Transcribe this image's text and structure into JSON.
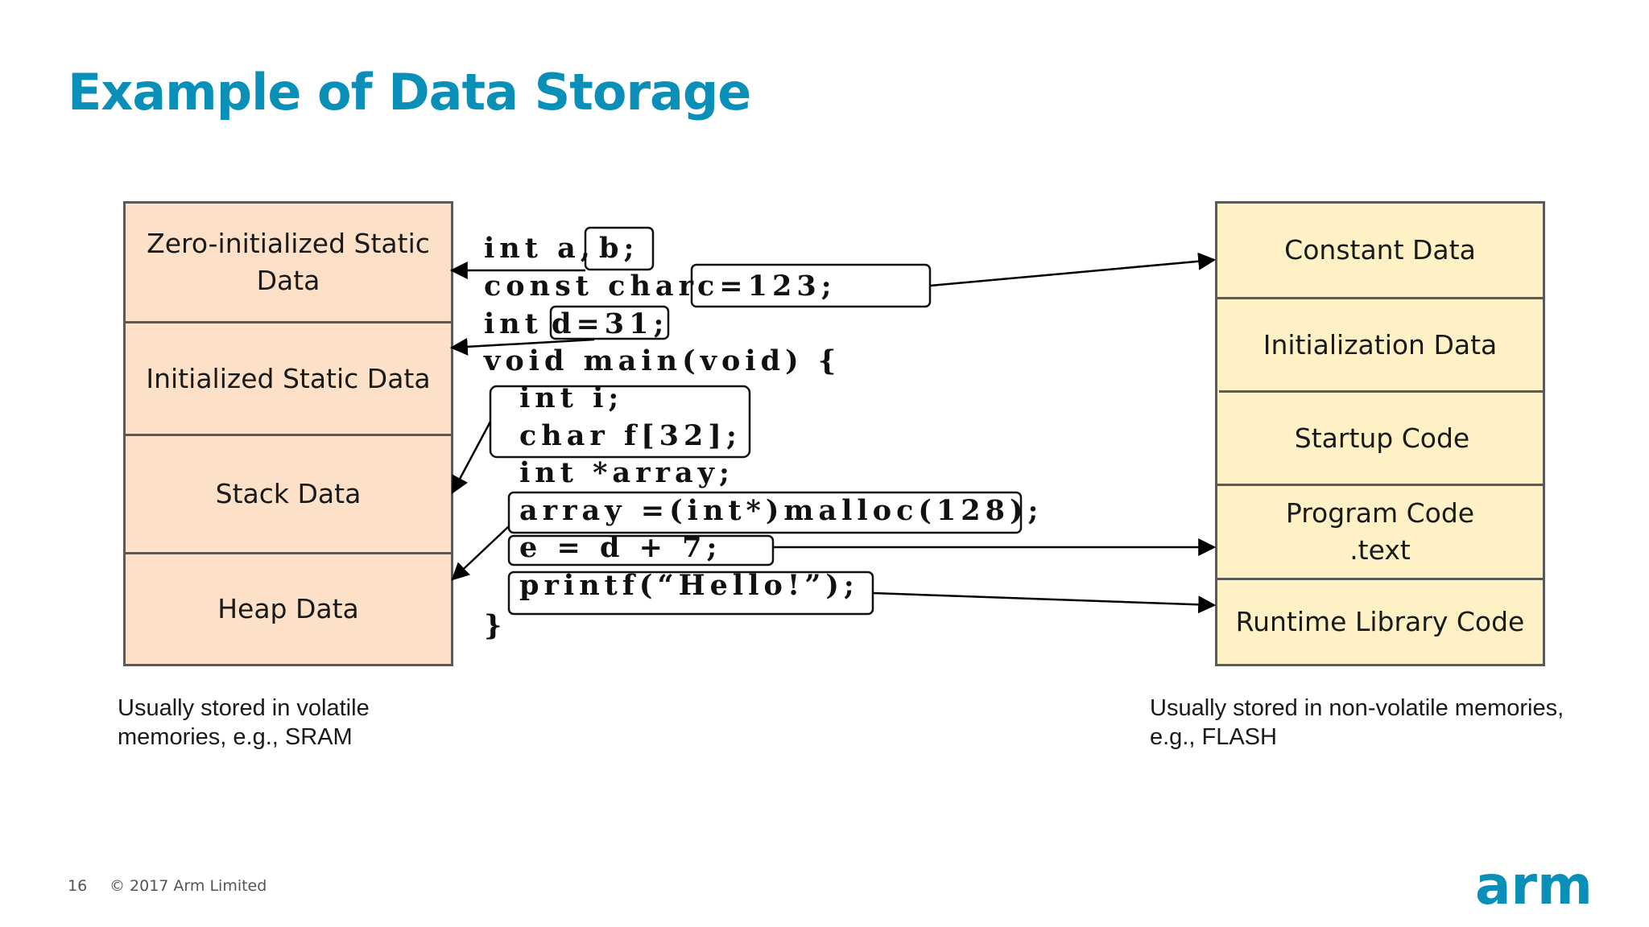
{
  "title": "Example of Data Storage",
  "left_stack": [
    "Zero-initialized Static\nData",
    "Initialized Static Data",
    "Stack Data",
    "Heap Data"
  ],
  "right_stack": [
    "Constant Data",
    "Initialization Data",
    "Startup Code",
    "Program Code\n.text",
    "Runtime Library Code"
  ],
  "code": {
    "line1a": "int a,",
    "line1b": "b;",
    "line2a": "const char",
    "line2b": "c=123;",
    "line3a": "int",
    "line3b": "d=31;",
    "line4": "void main(void) {",
    "line5": "int i;",
    "line6": "char f[32];",
    "line7": "int *array;",
    "line8": "array =(int*)malloc(128);",
    "line9": "e = d + 7;",
    "line10": "printf(“Hello!”);",
    "line11": "}"
  },
  "captions": {
    "left": "Usually stored in volatile\nmemories, e.g., SRAM",
    "right": "Usually stored in non-volatile memories,\ne.g., FLASH"
  },
  "footer": {
    "page_number": "16",
    "copyright": "© 2017 Arm Limited"
  },
  "logo": "arm",
  "colors": {
    "accent": "#0a8fb8",
    "volatile_fill": "#fde0c8",
    "nonvolatile_fill": "#fdf1c5"
  }
}
